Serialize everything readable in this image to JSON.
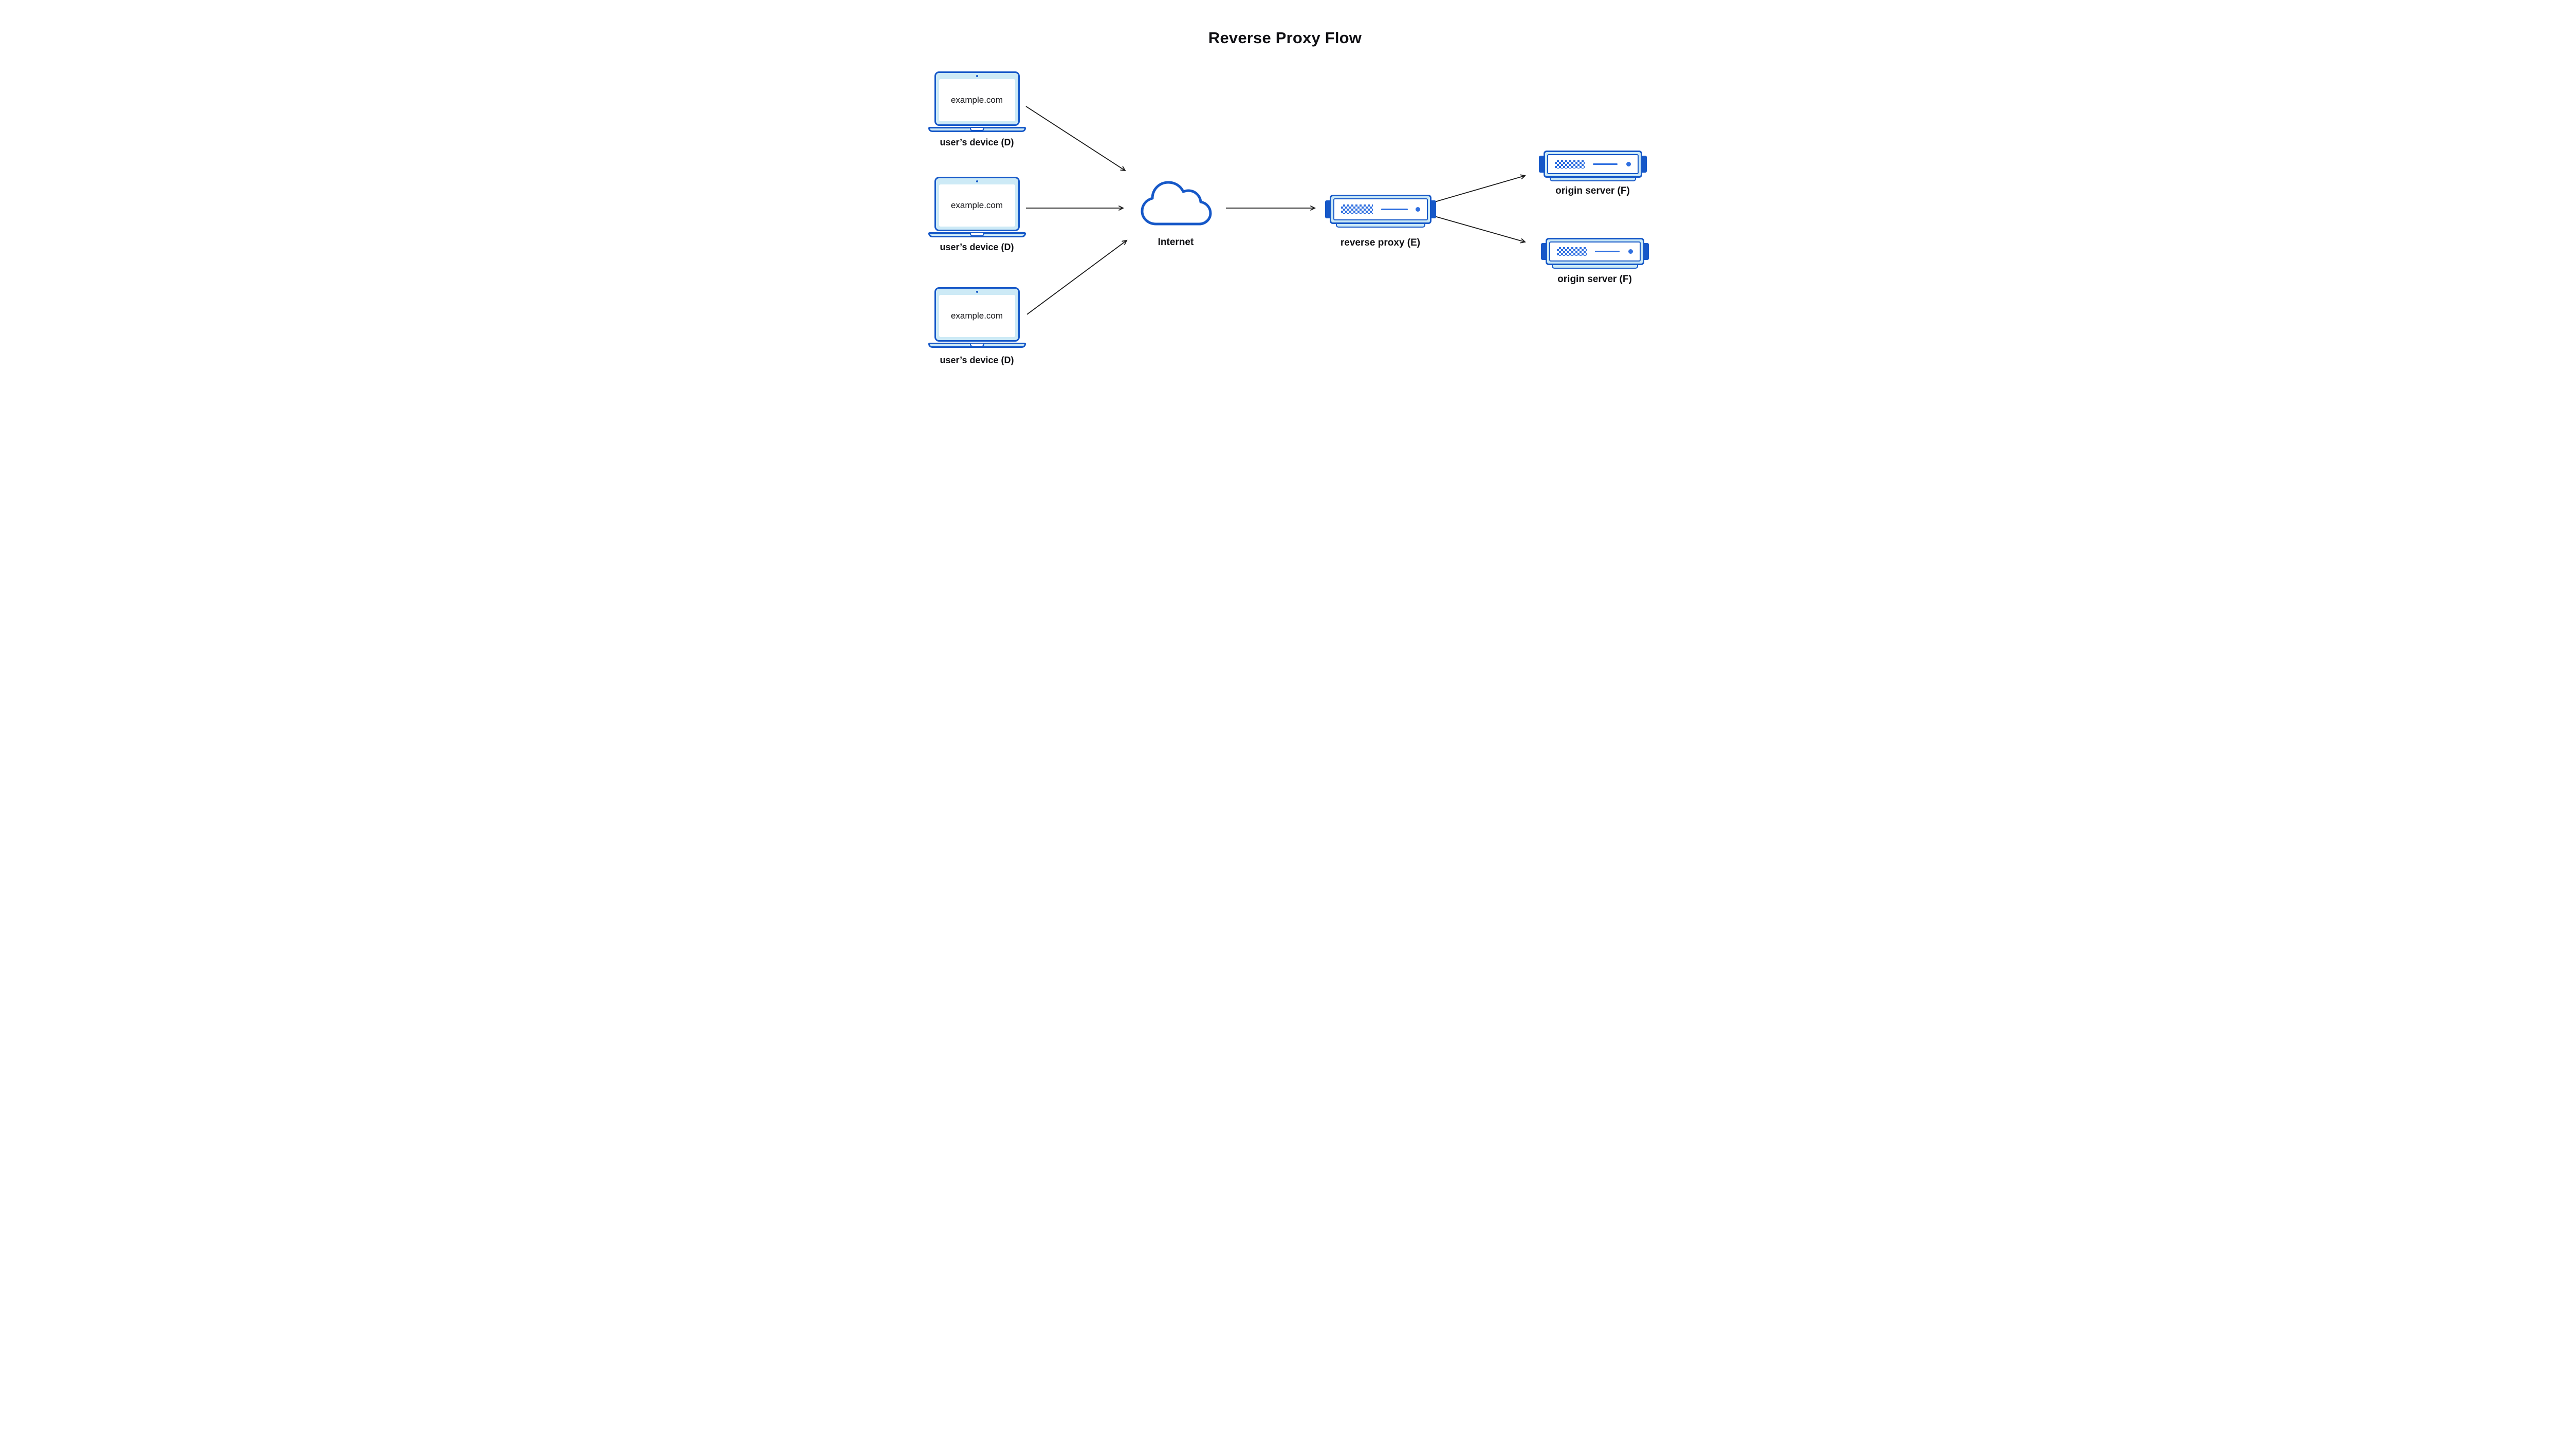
{
  "title": "Reverse Proxy Flow",
  "devices": [
    {
      "screen_text": "example.com",
      "label": "user’s device (D)"
    },
    {
      "screen_text": "example.com",
      "label": "user’s device (D)"
    },
    {
      "screen_text": "example.com",
      "label": "user’s device (D)"
    }
  ],
  "internet": {
    "label": "Internet"
  },
  "reverse_proxy": {
    "label": "reverse proxy (E)"
  },
  "origin_servers": [
    {
      "label": "origin server (F)"
    },
    {
      "label": "origin server (F)"
    }
  ],
  "icons": {
    "device": "laptop-icon",
    "internet": "cloud-icon",
    "reverse_proxy": "server-icon",
    "origin_server": "server-icon"
  },
  "colors": {
    "outline_blue": "#1658c8",
    "fill_light_blue": "#cdeaf6",
    "accent_blue": "#2f6fe0",
    "text": "#101014",
    "arrow": "#1a1a1a",
    "background": "#ffffff"
  }
}
